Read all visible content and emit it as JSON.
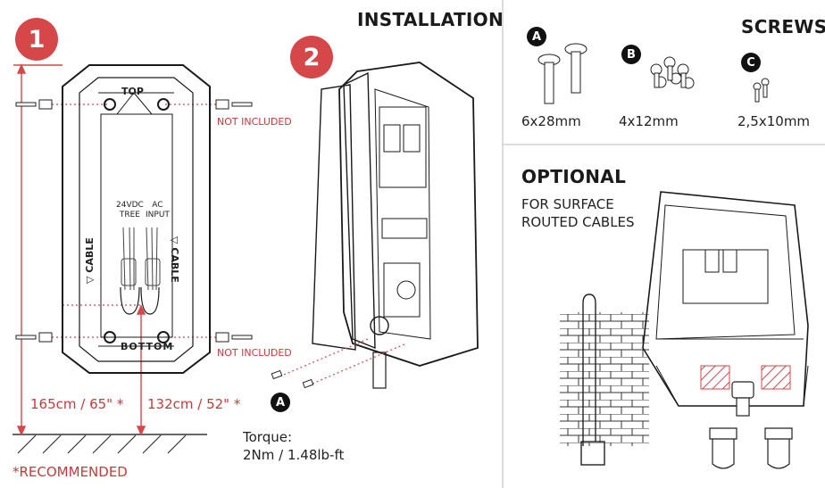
{
  "install": {
    "title": "INSTALLATION",
    "step1": "1",
    "step2": "2",
    "top_label": "TOP",
    "bottom_label": "BOTTOM",
    "cable_label": "CABLE",
    "cable_arrow": "▽",
    "not_included_top": "NOT INCLUDED",
    "not_included_bottom": "NOT INCLUDED",
    "input_left_1": "24VDC",
    "input_left_2": "TREE",
    "input_right_1": "AC",
    "input_right_2": "INPUT",
    "height_left": "165cm / 65\" *",
    "height_right": "132cm / 52\" *",
    "recommended": "*RECOMMENDED",
    "badge_a": "A",
    "torque_label": "Torque:",
    "torque_value": "2Nm / 1.48lb-ft"
  },
  "screws": {
    "title": "SCREWS",
    "items": [
      {
        "badge": "A",
        "size": "6x28mm"
      },
      {
        "badge": "B",
        "size": "4x12mm"
      },
      {
        "badge": "C",
        "size": "2,5x10mm"
      }
    ]
  },
  "optional": {
    "title": "OPTIONAL",
    "subtitle_1": "FOR SURFACE",
    "subtitle_2": "ROUTED CABLES"
  },
  "colors": {
    "accent": "#d6474a",
    "line": "#222222"
  }
}
